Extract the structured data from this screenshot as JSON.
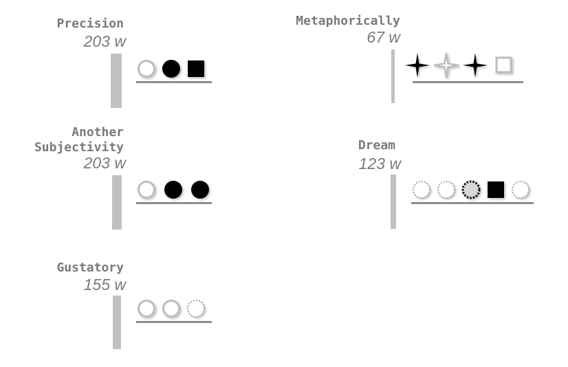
{
  "groups": [
    {
      "title": "Precision",
      "count": "203 w",
      "symbols": [
        {
          "shape": "circle-outline-gray",
          "icon": "gray-ring-icon"
        },
        {
          "shape": "circle-black",
          "icon": "black-circle-icon"
        },
        {
          "shape": "square-black",
          "icon": "black-square-icon"
        }
      ]
    },
    {
      "title": "Metaphorically",
      "count": "67 w",
      "symbols": [
        {
          "shape": "star-black",
          "icon": "black-star-icon"
        },
        {
          "shape": "star-outline-gray",
          "icon": "gray-star-icon"
        },
        {
          "shape": "star-black",
          "icon": "black-star-icon"
        },
        {
          "shape": "square-outline-gray",
          "icon": "gray-square-outline-icon"
        }
      ]
    },
    {
      "title": "Another\nSubjectivity",
      "count": "203 w",
      "symbols": [
        {
          "shape": "circle-outline-gray",
          "icon": "gray-ring-icon"
        },
        {
          "shape": "circle-black",
          "icon": "black-circle-icon"
        },
        {
          "shape": "circle-black",
          "icon": "black-circle-icon"
        }
      ]
    },
    {
      "title": "Dream",
      "count": "123 w",
      "symbols": [
        {
          "shape": "circle-dotted-gray",
          "icon": "dotted-circle-icon"
        },
        {
          "shape": "circle-dotted-gray",
          "icon": "dotted-circle-icon"
        },
        {
          "shape": "circle-dotted-black-filled",
          "icon": "dotted-filled-circle-icon"
        },
        {
          "shape": "square-black",
          "icon": "black-square-icon"
        },
        {
          "shape": "circle-dotted-gray",
          "icon": "dotted-circle-icon"
        }
      ]
    },
    {
      "title": "Gustatory",
      "count": "155 w",
      "symbols": [
        {
          "shape": "circle-outline-gray",
          "icon": "gray-ring-icon"
        },
        {
          "shape": "circle-outline-gray",
          "icon": "gray-ring-icon"
        },
        {
          "shape": "circle-dotted-gray",
          "icon": "dotted-circle-icon"
        }
      ]
    }
  ]
}
